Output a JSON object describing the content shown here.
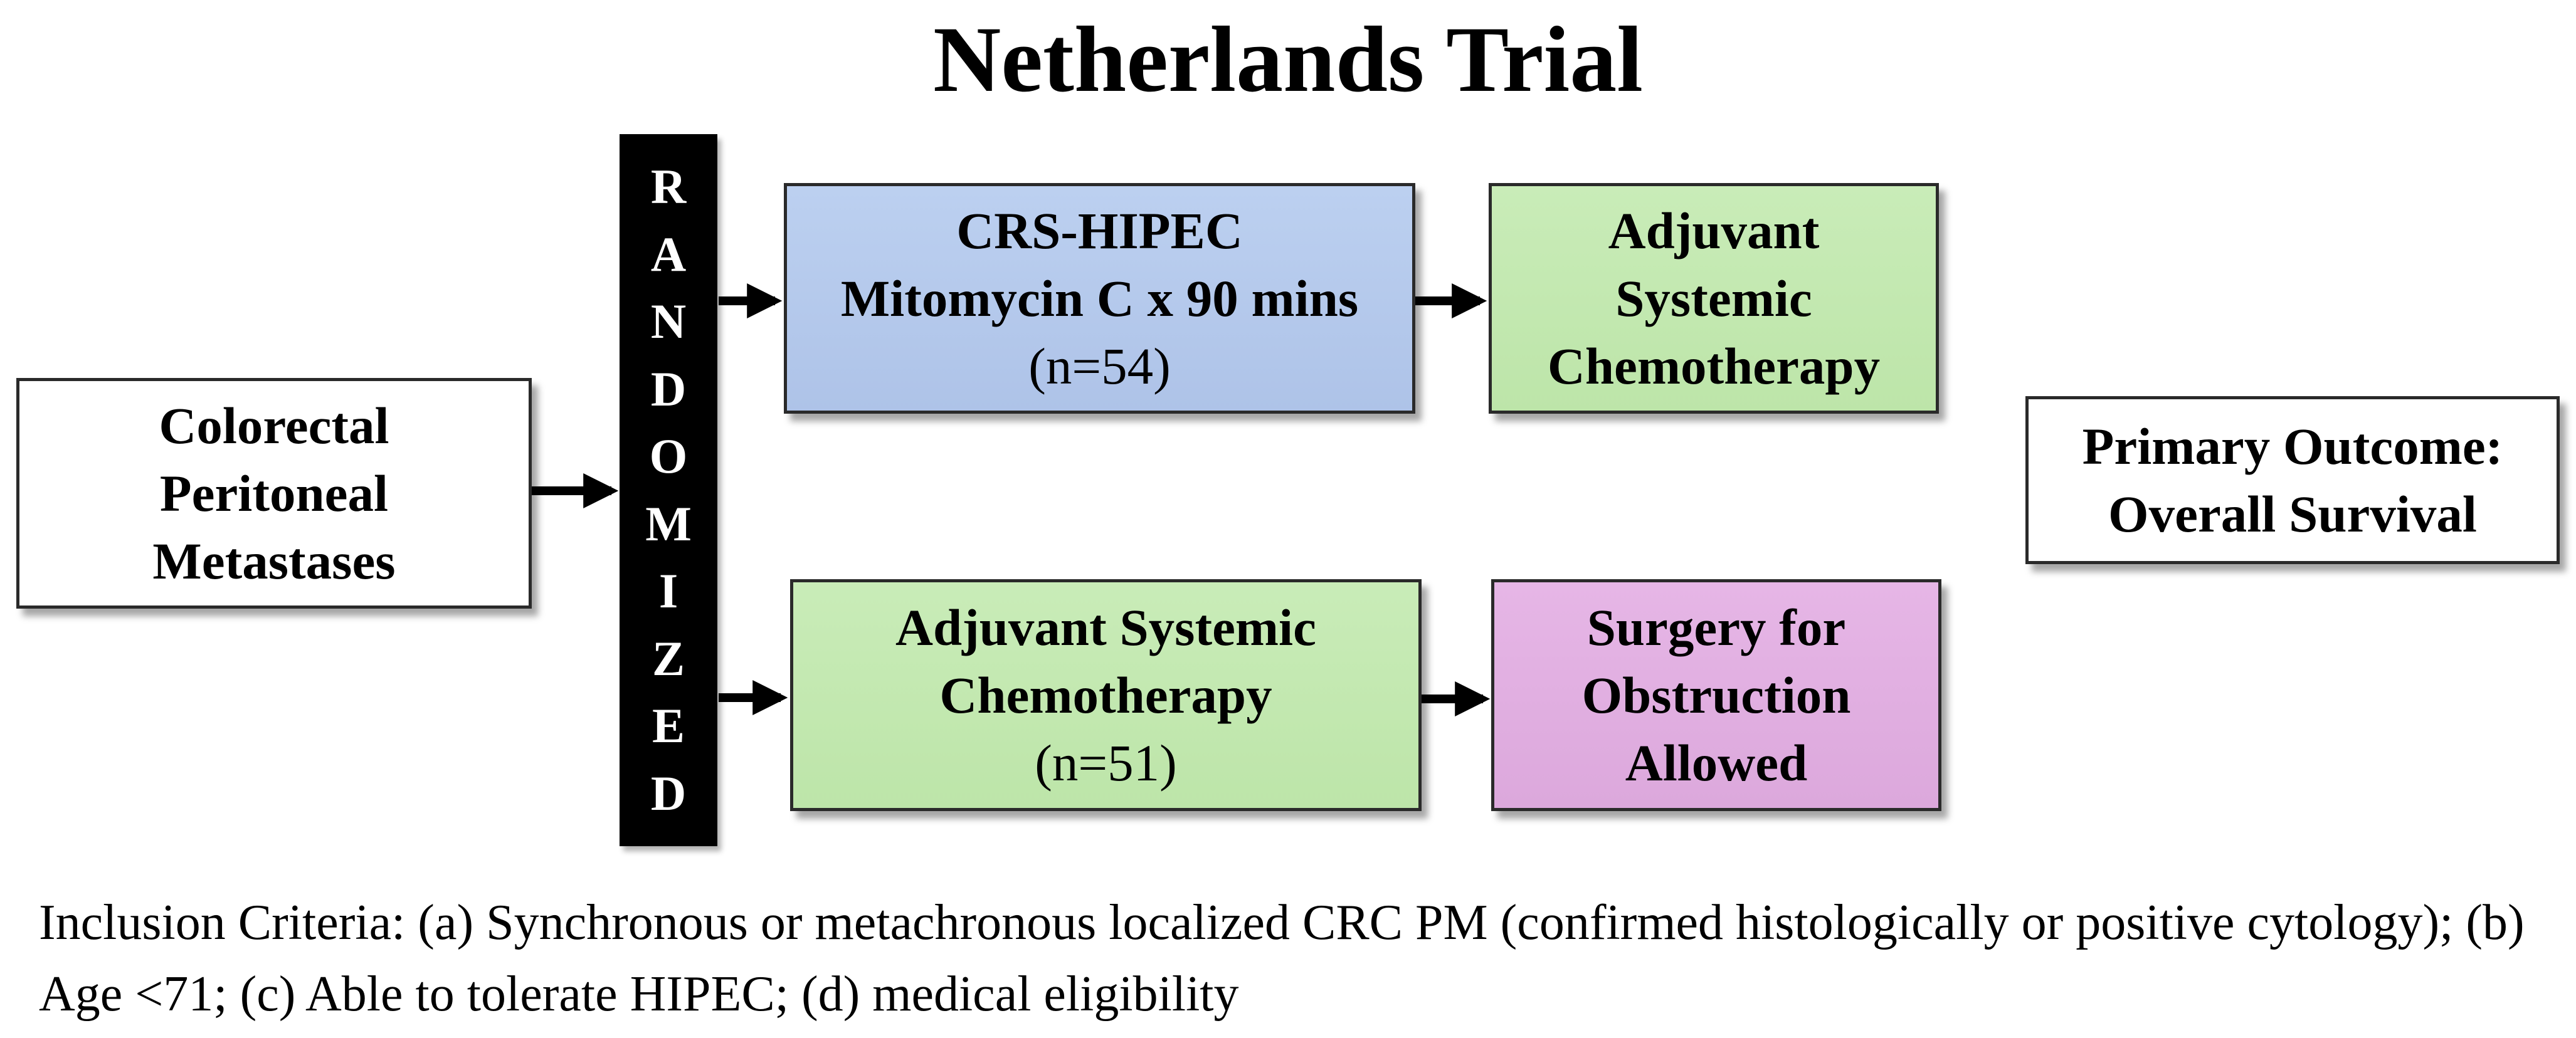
{
  "title": "Netherlands Trial",
  "population": {
    "lines": [
      "Colorectal",
      "Peritoneal",
      "Metastases"
    ]
  },
  "randomized": {
    "letters": [
      "R",
      "A",
      "N",
      "D",
      "O",
      "M",
      "I",
      "Z",
      "E",
      "D"
    ]
  },
  "arm_hipec": {
    "line1": "CRS-HIPEC",
    "line2": "Mitomycin C x 90 mins",
    "n": "(n=54)"
  },
  "arm_hipec_followup": {
    "lines": [
      "Adjuvant",
      "Systemic",
      "Chemotherapy"
    ]
  },
  "arm_control": {
    "line1": "Adjuvant Systemic",
    "line2": "Chemotherapy",
    "n": "(n=51)"
  },
  "arm_control_followup": {
    "lines": [
      "Surgery for",
      "Obstruction",
      "Allowed"
    ]
  },
  "outcome": {
    "lines": [
      "Primary Outcome:",
      "Overall Survival"
    ]
  },
  "inclusion_criteria": "Inclusion Criteria: (a) Synchronous or metachronous localized CRC PM (confirmed histologically or positive cytology); (b) Age <71; (c) Able to tolerate HIPEC; (d) medical eligibility",
  "colors": {
    "hipec_box": "#b5c9ec",
    "chemo_box": "#c3e8b0",
    "surgery_box": "#e0afe0",
    "randomized_bar": "#000000",
    "arrow": "#000000"
  }
}
